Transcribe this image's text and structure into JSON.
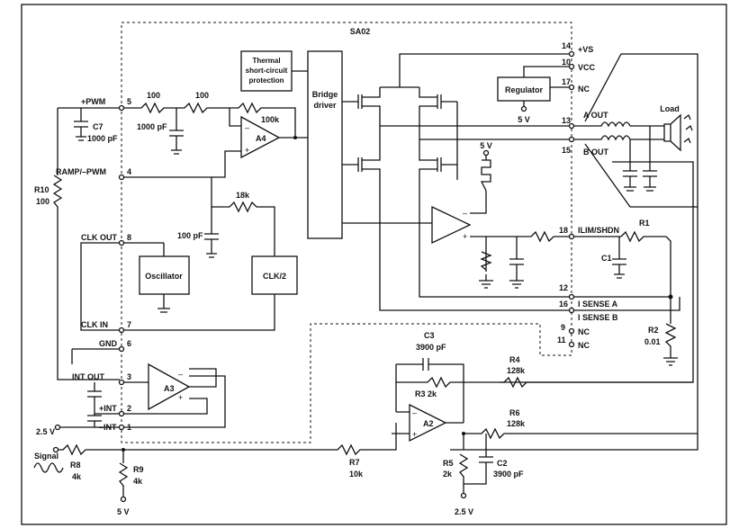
{
  "title": "SA02",
  "blocks": {
    "thermal": [
      "Thermal",
      "short-circuit",
      "protection"
    ],
    "bridge": [
      "Bridge",
      "driver"
    ],
    "regulator": "Regulator",
    "oscillator": "Oscillator",
    "clk2": "CLK/2"
  },
  "amps": {
    "a4": "A4",
    "a3": "A3",
    "a2": "A2"
  },
  "pins": {
    "p14": "14",
    "vs": "+VS",
    "p10": "10",
    "vcc": "VCC",
    "p17": "17",
    "nc17": "NC",
    "p13": "13",
    "aout": "A OUT",
    "p15": "15",
    "bout": "B OUT",
    "p18": "18",
    "ilim": "ILIM/SHDN",
    "p12": "12",
    "p16": "16",
    "isensea": "I SENSE A",
    "isenseb": "I SENSE B",
    "p9": "9",
    "nc9": "NC",
    "p11": "11",
    "nc11": "NC",
    "p5": "5",
    "pwm": "+PWM",
    "p4": "4",
    "ramp": "RAMP/–PWM",
    "p8": "8",
    "clkout": "CLK OUT",
    "p7": "7",
    "clkin": "CLK IN",
    "p6": "6",
    "gnd": "GND",
    "p3": "3",
    "intout": "INT OUT",
    "p2": "2",
    "pint": "+INT",
    "p1": "1",
    "mint": "–INT"
  },
  "components": {
    "c7": "C7",
    "c7v": "1000 pF",
    "r10": "R10",
    "r10v": "100",
    "r100a": "100",
    "r100b": "100",
    "c1000": "1000 pF",
    "r100k": "100k",
    "r18k": "18k",
    "c100": "100 pF",
    "five_v_reg": "5 V",
    "five_v_mid": "5 V",
    "load": "Load",
    "r1": "R1",
    "c1": "C1",
    "r2": "R2",
    "r2v": "0.01",
    "c3": "C3",
    "c3v": "3900 pF",
    "r4": "R4",
    "r4v": "128k",
    "r3": "R3  2k",
    "r6": "R6",
    "r6v": "128k",
    "r7": "R7",
    "r7v": "10k",
    "r5": "R5",
    "r5v": "2k",
    "c2": "C2",
    "c2v": "3900 pF",
    "r8": "R8",
    "r8v": "4k",
    "r9": "R9",
    "r9v": "4k",
    "signal": "Signal",
    "v25a": "2.5 V",
    "v25b": "2.5 V",
    "v5b": "5 V"
  }
}
